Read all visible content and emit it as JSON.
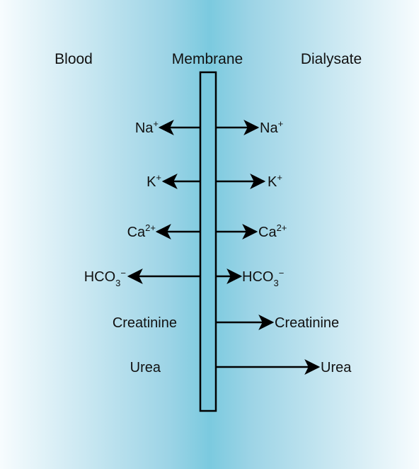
{
  "headers": {
    "blood": "Blood",
    "membrane": "Membrane",
    "dialysate": "Dialysate"
  },
  "rows": [
    {
      "left": {
        "base": "Na",
        "sup": "+"
      },
      "right": {
        "base": "Na",
        "sup": "+"
      },
      "direction": "both"
    },
    {
      "left": {
        "base": "K",
        "sup": "+"
      },
      "right": {
        "base": "K",
        "sup": "+"
      },
      "direction": "both"
    },
    {
      "left": {
        "base": "Ca",
        "sup": "2+"
      },
      "right": {
        "base": "Ca",
        "sup": "2+"
      },
      "direction": "both"
    },
    {
      "left": {
        "base": "HCO",
        "sub": "3",
        "sup": "−"
      },
      "right": {
        "base": "HCO",
        "sub": "3",
        "sup": "−"
      },
      "direction": "both"
    },
    {
      "left": {
        "base": "Creatinine"
      },
      "right": {
        "base": "Creatinine"
      },
      "direction": "to-dialysate"
    },
    {
      "left": {
        "base": "Urea"
      },
      "right": {
        "base": "Urea"
      },
      "direction": "to-dialysate"
    }
  ],
  "colors": {
    "membrane_fill": "#79c8de",
    "stroke": "#000000",
    "gradient_center": "#7bcadf",
    "gradient_edge": "#f7fcfe"
  }
}
